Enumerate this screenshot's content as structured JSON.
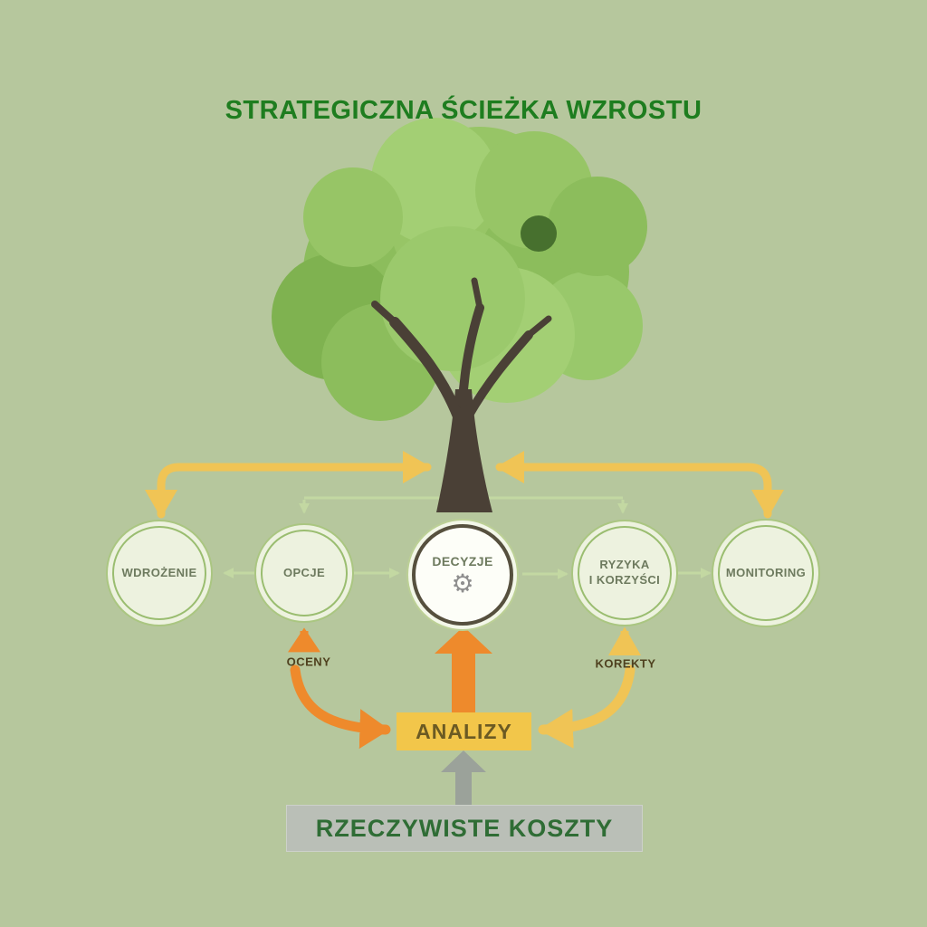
{
  "title": "STRATEGICZNA ŚCIEŻKA WZROSTU",
  "nodes": {
    "wdrozenie": {
      "label": "WDROŻENIE"
    },
    "opcje": {
      "label": "OPCJE"
    },
    "decyzje": {
      "label": "DECYZJE"
    },
    "ryzyka": {
      "line1": "RYZYKA",
      "line2": "I KORZYŚCI"
    },
    "monitoring": {
      "label": "MONITORING"
    }
  },
  "flow_labels": {
    "oceny": "OCENY",
    "korekty": "KOREKTY"
  },
  "boxes": {
    "analizy": {
      "label": "ANALIZY"
    },
    "rzeczywiste_koszty": {
      "label": "RZECZYWISTE KOSZTY"
    }
  },
  "icons": {
    "gear": "⚙"
  },
  "colors": {
    "background": "#b6c79d",
    "title_green": "#1e7d1f",
    "arrow_yellow": "#f0c455",
    "arrow_orange": "#ee8a2c",
    "arrow_green_light": "#c3d8a2",
    "arrow_gray": "#9ba29a",
    "analizy_box": "#f2c64a",
    "koszty_box": "#babfb7",
    "circle_fill": "#edf2df",
    "circle_border": "#9abd70",
    "decyzje_border": "#56503e",
    "tree_foliage": "#8cbd5c",
    "tree_trunk": "#4a4036"
  }
}
